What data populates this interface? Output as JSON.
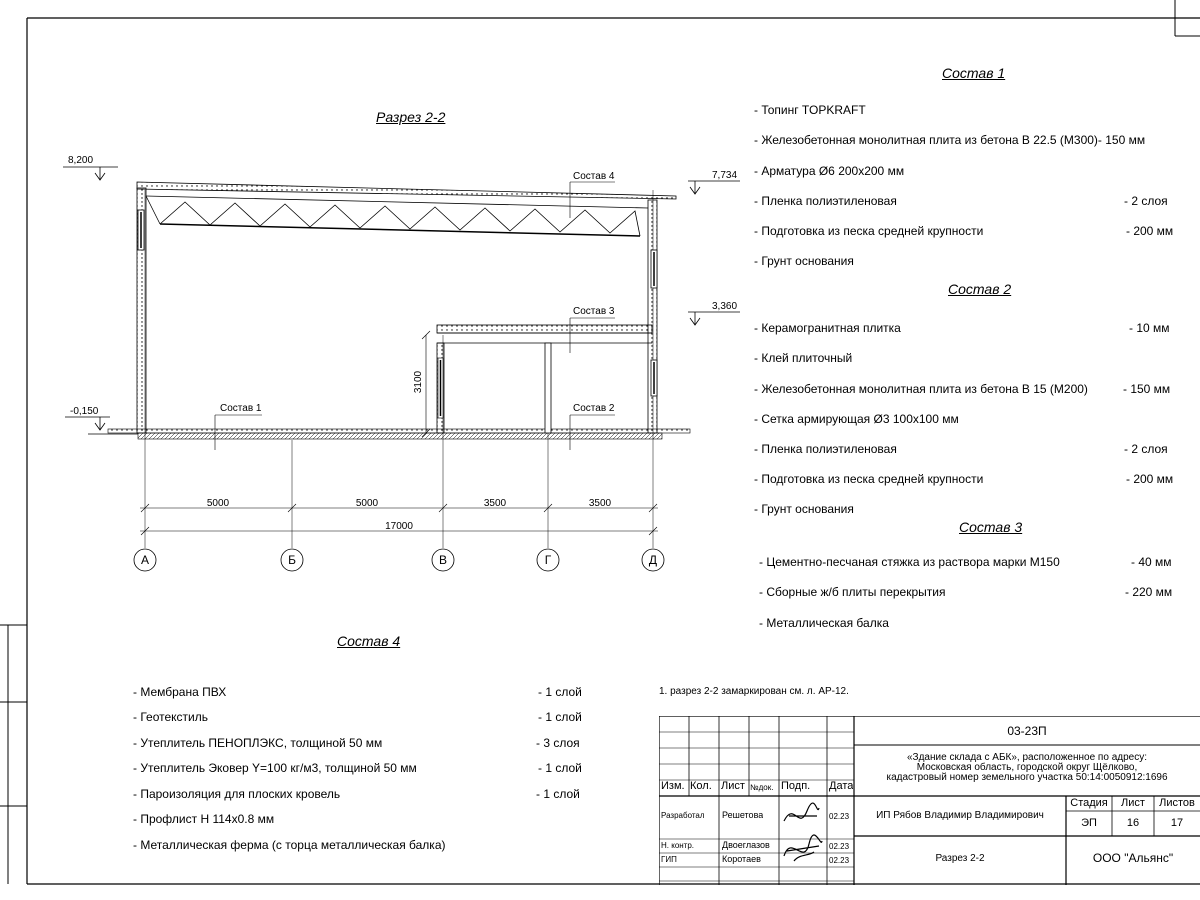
{
  "drawing": {
    "title": "Разрез 2-2",
    "levels": [
      "8,200",
      "7,734",
      "3,360",
      "-0,150"
    ],
    "layer_tags": [
      "Состав 4",
      "Состав 3",
      "Состав 1",
      "Состав 2"
    ],
    "dims": [
      "5000",
      "5000",
      "3500",
      "3500",
      "17000",
      "3100"
    ],
    "axes": [
      "А",
      "Б",
      "В",
      "Г",
      "Д"
    ]
  },
  "sostav1": {
    "title": "Состав 1",
    "items": [
      {
        "text": "- Топинг TOPKRAFT",
        "thk": ""
      },
      {
        "text": "- Железобетонная  монолитная плита из бетона  В 22.5 (М300)- 150 мм",
        "thk": ""
      },
      {
        "text": "- Арматура Ø6 200х200 мм",
        "thk": ""
      },
      {
        "text": "- Пленка полиэтиленовая",
        "thk": "- 2 слоя"
      },
      {
        "text": "- Подготовка из песка средней  крупности",
        "thk": "- 200 мм"
      },
      {
        "text": "- Грунт основания",
        "thk": ""
      }
    ]
  },
  "sostav2": {
    "title": "Состав 2",
    "items": [
      {
        "text": "- Керамогранитная плитка",
        "thk": "- 10 мм"
      },
      {
        "text": "- Клей плиточный",
        "thk": ""
      },
      {
        "text": "- Железобетонная  монолитная плита из бетона В 15 (М200)",
        "thk": "- 150 мм"
      },
      {
        "text": "- Сетка армирующая Ø3 100х100 мм",
        "thk": ""
      },
      {
        "text": "- Пленка полиэтиленовая",
        "thk": "- 2 слоя"
      },
      {
        "text": "- Подготовка из песка средней  крупности",
        "thk": "- 200 мм"
      },
      {
        "text": "- Грунт основания",
        "thk": ""
      }
    ]
  },
  "sostav3": {
    "title": "Состав 3",
    "items": [
      {
        "text": "- Цементно-песчаная стяжка  из раствора марки М150",
        "thk": "- 40 мм"
      },
      {
        "text": "- Сборные ж/б плиты перекрытия",
        "thk": "- 220 мм"
      },
      {
        "text": "- Металлическая  балка",
        "thk": ""
      }
    ]
  },
  "sostav4": {
    "title": "Состав 4",
    "items": [
      {
        "text": "- Мембрана ПВХ",
        "thk": "- 1 слой"
      },
      {
        "text": "- Геотекстиль",
        "thk": "- 1 слой"
      },
      {
        "text": "- Утеплитель ПЕНОПЛЭКС, толщиной 50 мм",
        "thk": "- 3 слоя"
      },
      {
        "text": "- Утеплитель Эковер Y=100 кг/м3, толщиной 50 мм",
        "thk": "- 1 слой"
      },
      {
        "text": "- Пароизоляция для плоских кровель",
        "thk": "- 1 слой"
      },
      {
        "text": "- Профлист Н 114х0.8 мм",
        "thk": ""
      },
      {
        "text": "- Металлическая ферма (с торца металлическая балка)",
        "thk": ""
      }
    ]
  },
  "note": "1. разрез 2-2 замаркирован см. л. АР-12.",
  "stamp": {
    "code": "03-23П",
    "project": [
      "«Здание склада с АБК», расположенное по адресу:",
      "Московская область, городской округ Щёлково,",
      "кадастровый номер земельного участка 50:14:0050912:1696"
    ],
    "headers": {
      "izm": "Изм.",
      "kol": "Кол.",
      "list": "Лист",
      "ndok": "№док.",
      "podp": "Подп.",
      "data": "Дата"
    },
    "rows": [
      {
        "role": "Разработал",
        "name": "Решетова",
        "date": "02.23"
      },
      {
        "role": "Н. контр.",
        "name": "Двоеглазов",
        "date": "02.23"
      },
      {
        "role": "ГИП",
        "name": "Коротаев",
        "date": "02.23"
      }
    ],
    "author": "ИП Рябов Владимир Владимирович",
    "stage_label": "Стадия",
    "sheet_label": "Лист",
    "sheets_label": "Листов",
    "stage": "ЭП",
    "sheet": "16",
    "sheets": "17",
    "sheet_title": "Разрез 2-2",
    "company": "ООО \"Альянс\""
  }
}
